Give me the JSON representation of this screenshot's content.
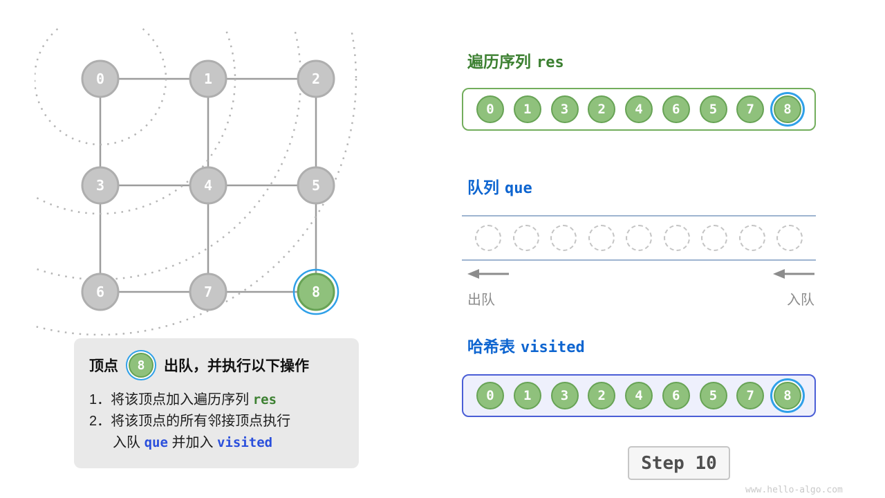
{
  "graph": {
    "nodes": [
      {
        "label": "0"
      },
      {
        "label": "1"
      },
      {
        "label": "2"
      },
      {
        "label": "3"
      },
      {
        "label": "4"
      },
      {
        "label": "5"
      },
      {
        "label": "6"
      },
      {
        "label": "7"
      },
      {
        "label": "8"
      }
    ],
    "current_node": "8",
    "edges": [
      "0-1",
      "1-2",
      "0-3",
      "1-4",
      "2-5",
      "3-4",
      "4-5",
      "3-6",
      "4-7",
      "5-8",
      "6-7",
      "7-8"
    ]
  },
  "info": {
    "title_prefix": "顶点",
    "title_node": "8",
    "title_suffix": "出队，并执行以下操作",
    "step1_index": "1．",
    "step1_text": "将该顶点加入遍历序列",
    "step1_code": "res",
    "step2_index": "2．",
    "step2_text": "将该顶点的所有邻接顶点执行",
    "step3_text1": "入队",
    "step3_code1": "que",
    "step3_text2": "并加入",
    "step3_code2": "visited"
  },
  "res": {
    "heading_text": "遍历序列",
    "heading_code": "res",
    "values": [
      "0",
      "1",
      "3",
      "2",
      "4",
      "6",
      "5",
      "7",
      "8"
    ]
  },
  "queue": {
    "heading_text": "队列",
    "heading_code": "que",
    "empty_slots": 9,
    "dequeue_label": "出队",
    "enqueue_label": "入队"
  },
  "visited": {
    "heading_text": "哈希表",
    "heading_code": "visited",
    "values": [
      "0",
      "1",
      "3",
      "2",
      "4",
      "6",
      "5",
      "7",
      "8"
    ]
  },
  "step_label": "Step 10",
  "watermark": "www.hello-algo.com",
  "colors": {
    "node_gray": "#c6c6c6",
    "node_green": "#8fc17c",
    "current_ring_blue": "#2fa0e8",
    "heading_green": "#3c8031",
    "heading_blue": "#0e65d0",
    "code_blue": "#2a4fdc",
    "res_border": "#72ad5c",
    "visited_border": "#4a5ed6",
    "visited_bg": "#eef0fc"
  }
}
